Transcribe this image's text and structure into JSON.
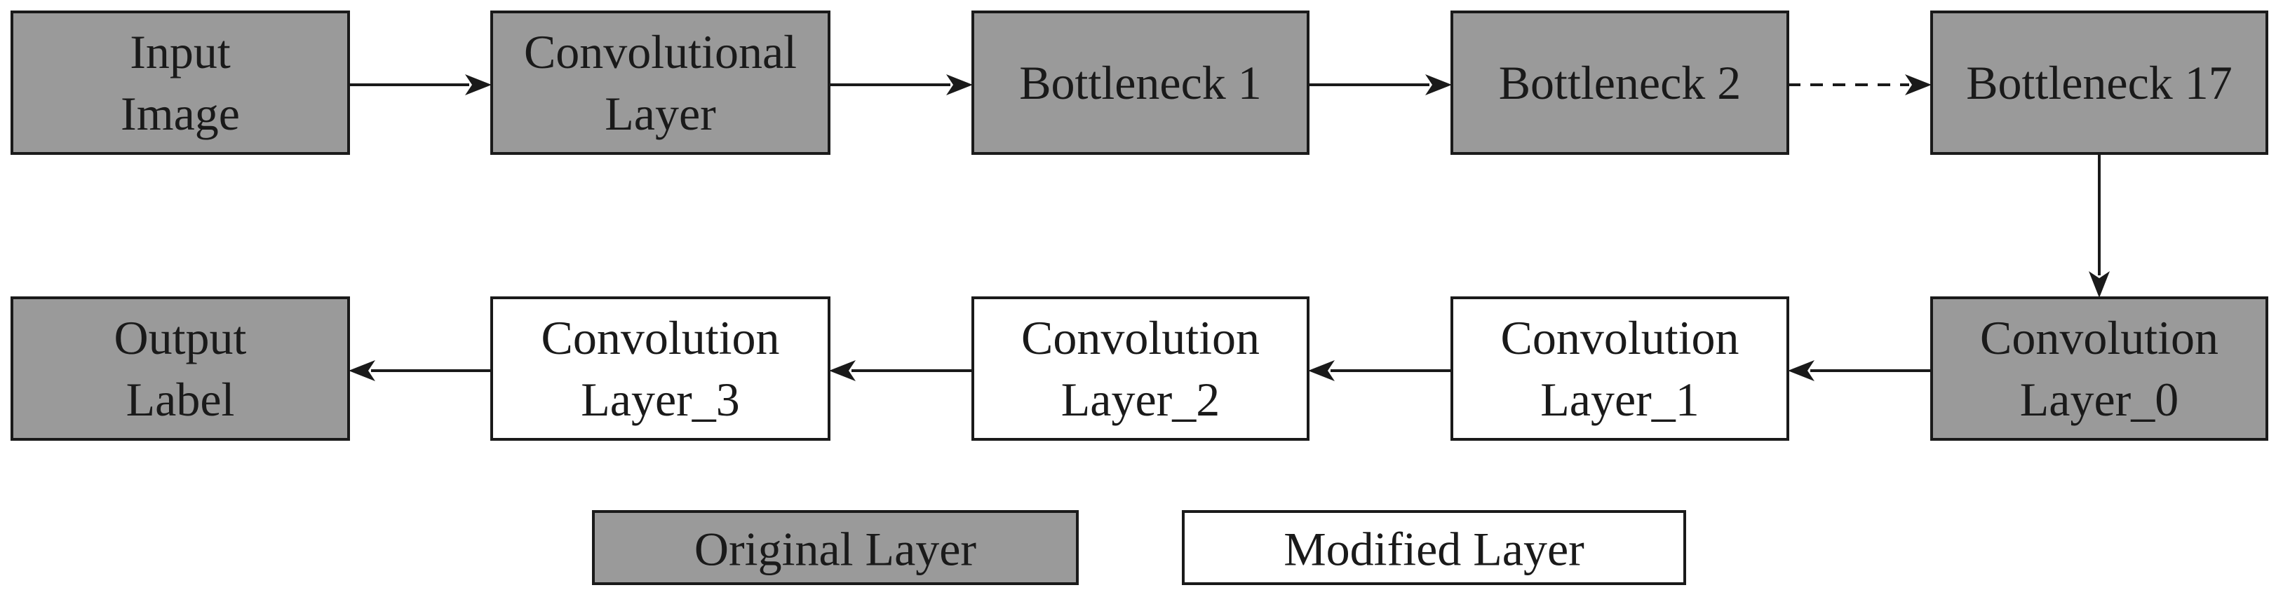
{
  "diagram": {
    "nodes": [
      {
        "id": "input-image",
        "lines": [
          "Input",
          "Image"
        ],
        "kind": "original"
      },
      {
        "id": "convolutional-layer",
        "lines": [
          "Convolutional",
          "Layer"
        ],
        "kind": "original"
      },
      {
        "id": "bottleneck-1",
        "lines": [
          "Bottleneck 1"
        ],
        "kind": "original"
      },
      {
        "id": "bottleneck-2",
        "lines": [
          "Bottleneck 2"
        ],
        "kind": "original"
      },
      {
        "id": "bottleneck-17",
        "lines": [
          "Bottleneck 17"
        ],
        "kind": "original"
      },
      {
        "id": "convolution-layer-0",
        "lines": [
          "Convolution",
          "Layer_0"
        ],
        "kind": "original"
      },
      {
        "id": "convolution-layer-1",
        "lines": [
          "Convolution",
          "Layer_1"
        ],
        "kind": "modified"
      },
      {
        "id": "convolution-layer-2",
        "lines": [
          "Convolution",
          "Layer_2"
        ],
        "kind": "modified"
      },
      {
        "id": "convolution-layer-3",
        "lines": [
          "Convolution",
          "Layer_3"
        ],
        "kind": "modified"
      },
      {
        "id": "output-label",
        "lines": [
          "Output",
          "Label"
        ],
        "kind": "original"
      }
    ],
    "edges": [
      {
        "from": "input-image",
        "to": "convolutional-layer",
        "style": "solid"
      },
      {
        "from": "convolutional-layer",
        "to": "bottleneck-1",
        "style": "solid"
      },
      {
        "from": "bottleneck-1",
        "to": "bottleneck-2",
        "style": "solid"
      },
      {
        "from": "bottleneck-2",
        "to": "bottleneck-17",
        "style": "dashed"
      },
      {
        "from": "bottleneck-17",
        "to": "convolution-layer-0",
        "style": "solid"
      },
      {
        "from": "convolution-layer-0",
        "to": "convolution-layer-1",
        "style": "solid"
      },
      {
        "from": "convolution-layer-1",
        "to": "convolution-layer-2",
        "style": "solid"
      },
      {
        "from": "convolution-layer-2",
        "to": "convolution-layer-3",
        "style": "solid"
      },
      {
        "from": "convolution-layer-3",
        "to": "output-label",
        "style": "solid"
      }
    ],
    "legend": [
      {
        "label": "Original Layer",
        "kind": "original"
      },
      {
        "label": "Modified Layer",
        "kind": "modified"
      }
    ]
  },
  "colors": {
    "original_fill": "#9a9a9a",
    "modified_fill": "#ffffff",
    "stroke": "#1a1a1a"
  }
}
